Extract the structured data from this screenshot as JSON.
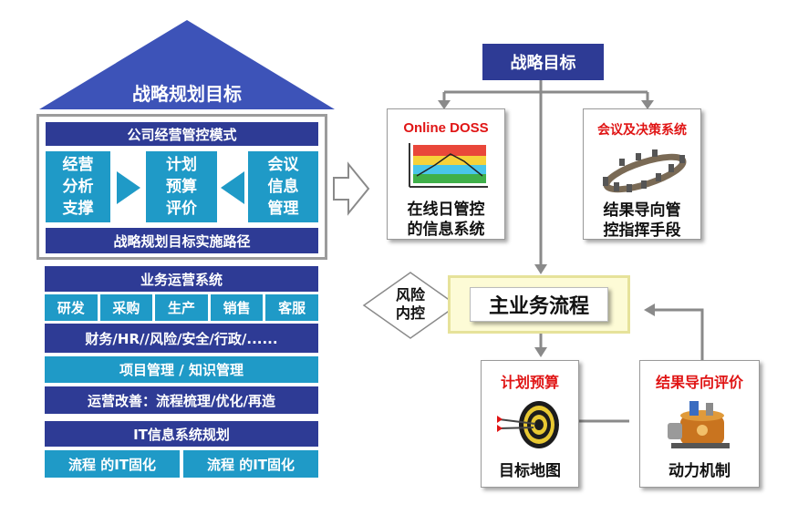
{
  "left": {
    "roof_title": "战略规划目标",
    "mode_header": "公司经营管控模式",
    "col1": "经营\n分析\n支撑",
    "col2": "计划\n预算\n评价",
    "col3": "会议\n信息\n管理",
    "path_bar": "战略规划目标实施路径",
    "biz_header": "业务运营系统",
    "biz_cells": [
      "研发",
      "采购",
      "生产",
      "销售",
      "客服"
    ],
    "support_row": "财务/HR//风险/安全/行政/......",
    "project_row": "项目管理 / 知识管理",
    "improve_row": "运营改善：流程梳理/优化/再造",
    "it_header": "IT信息系统规划",
    "it_cells": [
      "流程 的IT固化",
      "流程 的IT固化"
    ]
  },
  "right": {
    "top_box": "战略目标",
    "online_title": "Online DOSS",
    "online_caption": "在线日管控\n的信息系统",
    "meeting_title": "会议及决策系统",
    "meeting_caption": "结果导向管\n控指挥手段",
    "risk_label": "风险\n内控",
    "main_process": "主业务流程",
    "plan_title": "计划预算",
    "plan_caption": "目标地图",
    "result_title": "结果导向评价",
    "result_caption": "动力机制"
  },
  "colors": {
    "navy": "#2e3b95",
    "teal": "#1f9ac7",
    "roof_blue": "#3d53b8",
    "main_fill": "#fdfbd6",
    "main_border": "#e6e29a",
    "red": "#e01515"
  }
}
